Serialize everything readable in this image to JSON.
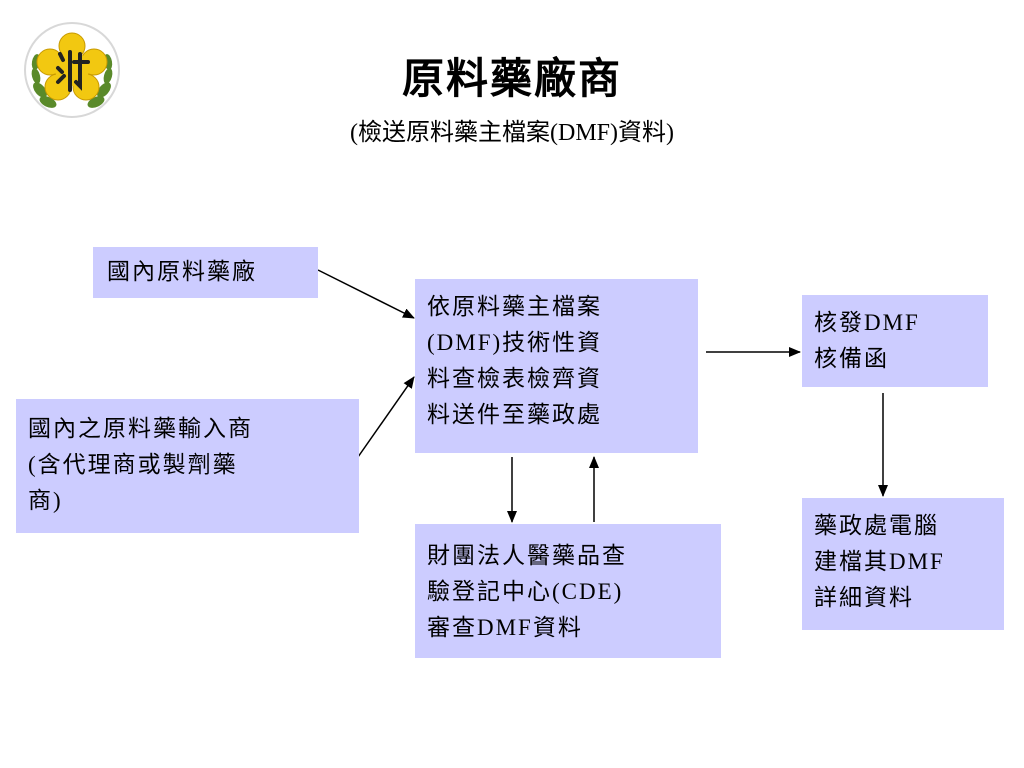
{
  "title": "原料藥廠商",
  "subtitle": "(檢送原料藥主檔案(DMF)資料)",
  "colors": {
    "box_fill": "#ccccff",
    "arrow": "#000000",
    "logo_yellow": "#f2c811",
    "logo_green": "#5a8a2a"
  },
  "logo": {
    "icon": "government-emblem-icon"
  },
  "nodes": {
    "domestic_manufacturer": "國內原料藥廠",
    "domestic_importer": "國內之原料藥輸入商\n(含代理商或製劑藥\n商)",
    "submission": "依原料藥主檔案\n(DMF)技術性資\n料查檢表檢齊資\n料送件至藥政處",
    "cde_review": "財團法人醫藥品查\n驗登記中心(CDE)\n審查DMF資料",
    "issue_letter": "核發DMF\n核備函",
    "database": "藥政處電腦\n建檔其DMF\n詳細資料"
  }
}
